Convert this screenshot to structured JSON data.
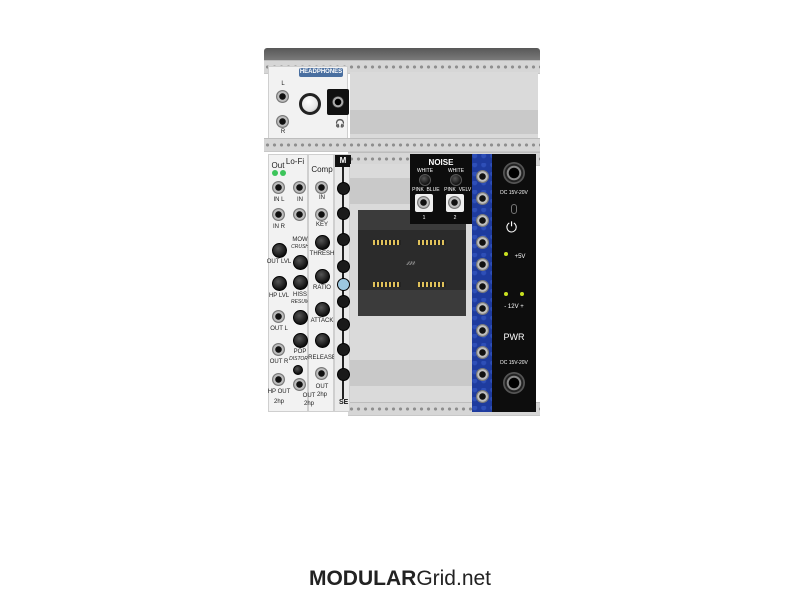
{
  "brand": {
    "bold": "MODULAR",
    "regular": "Grid.net"
  },
  "modules": {
    "headphones": {
      "title": "HEADPHONES",
      "l": "L",
      "r": "R"
    },
    "lofi": {
      "out_label": "Out",
      "name": "Lo-Fi",
      "labels": [
        "IN L",
        "IN R",
        "OUT LVL",
        "HP LVL",
        "OUT L",
        "OUT R",
        "HP OUT"
      ],
      "mid_labels": [
        "IN",
        "MOW",
        "CRUSH",
        "HISS",
        "RESUM",
        "POP",
        "DISTORT"
      ],
      "hp": "2hp"
    },
    "comp": {
      "name": "Comp",
      "labels": [
        "IN",
        "KEY",
        "THRESH",
        "RATIO",
        "ATTACK",
        "RELEASE",
        "OUT"
      ],
      "hp": "2hp",
      "bottom_out": "OUT",
      "bottom_hp": "2hp"
    },
    "m_module": {
      "logo": "M",
      "footer": "SE"
    },
    "noise": {
      "title": "NOISE",
      "white": "WHITE",
      "pink": "PINK",
      "blue": "BLUE",
      "velvet": "VELV",
      "out1": "1",
      "out2": "2"
    },
    "power": {
      "dc_top": "DC 15V-20V",
      "plus5": "+5V",
      "minus12": "- 12V +",
      "label": "PWR",
      "dc_bottom": "DC 15V-20V"
    }
  },
  "colors": {
    "accent_blue": "#1e3b9e",
    "led_green": "#3cc45a",
    "led_yellow": "#c8e020"
  }
}
